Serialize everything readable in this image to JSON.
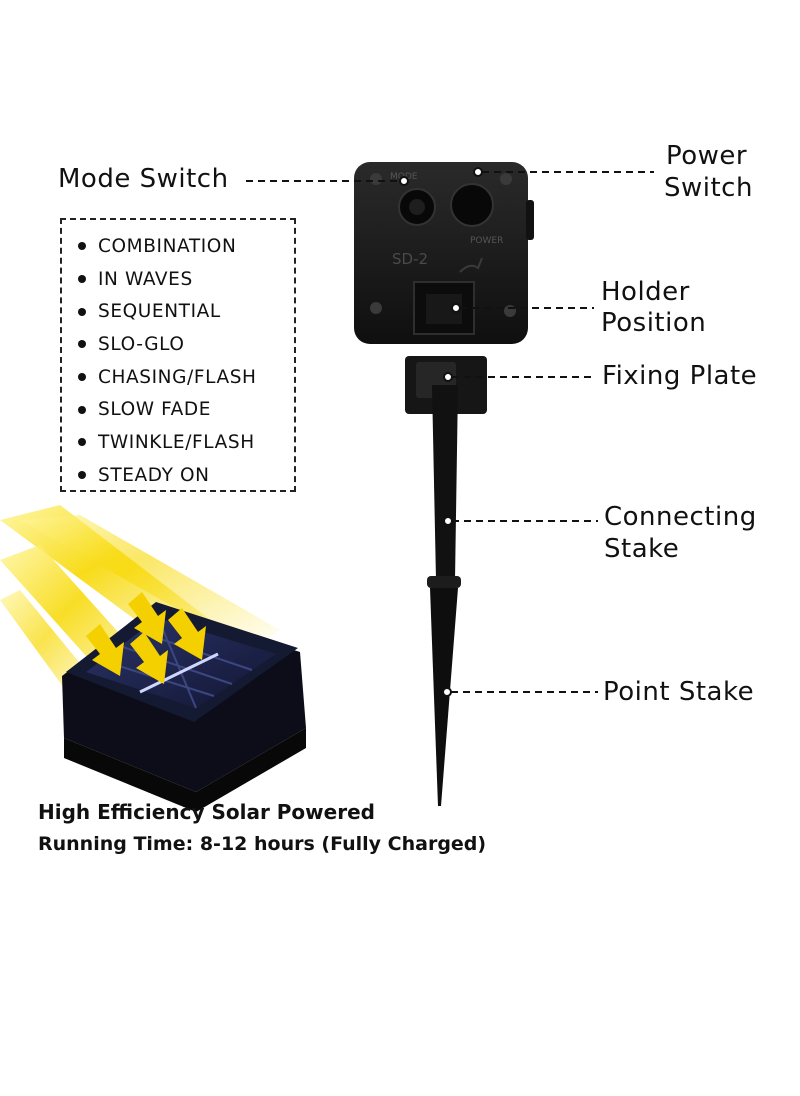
{
  "callouts": {
    "mode_switch": "Mode Switch",
    "power_switch_line1": "Power",
    "power_switch_line2": "Switch",
    "holder_position_line1": "Holder",
    "holder_position_line2": "Position",
    "fixing_plate": "Fixing Plate",
    "connecting_stake_line1": "Connecting",
    "connecting_stake_line2": "Stake",
    "point_stake": "Point Stake"
  },
  "modes": [
    "COMBINATION",
    "IN WAVES",
    "SEQUENTIAL",
    "SLO-GLO",
    "CHASING/FLASH",
    "SLOW FADE",
    "TWINKLE/FLASH",
    "STEADY ON"
  ],
  "device_print": {
    "model": "SD-2",
    "mode_marking": "MODE",
    "power_marking": "POWER"
  },
  "captions": {
    "line1": "High Efficiency Solar Powered",
    "line2": "Running Time: 8-12 hours (Fully Charged)"
  },
  "colors": {
    "device_body": "#1a1a1a",
    "sun_rays": "#f5d000",
    "solar_panel": "#1c2140",
    "text": "#111111"
  }
}
